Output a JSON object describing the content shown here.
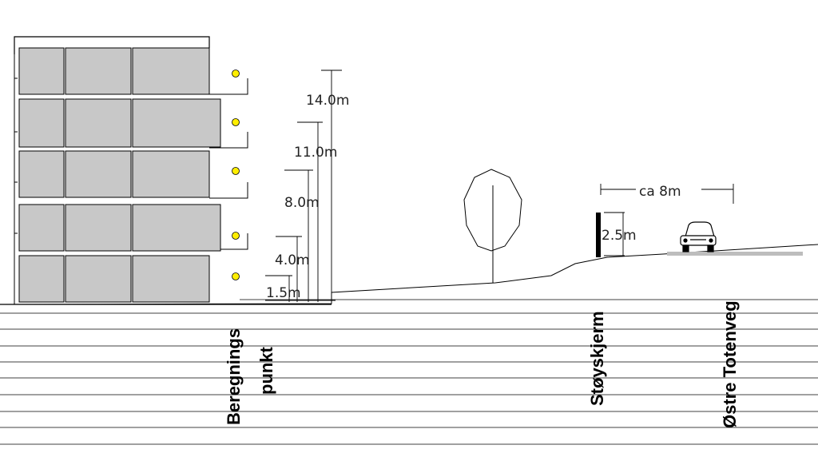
{
  "height_markers": [
    "1.5m",
    "4.0m",
    "8.0m",
    "11.0m",
    "14.0m"
  ],
  "barrier_height": "2.5m",
  "road_distance": "ca 8m",
  "labels": {
    "calc_point_line1": "Beregnings",
    "calc_point_line2": "punkt",
    "barrier": "Støyskjerm",
    "road": "Østre Totenveg"
  },
  "colors": {
    "window": "#c8c8c8",
    "calc_point": "#ffee00",
    "line": "#000000"
  }
}
